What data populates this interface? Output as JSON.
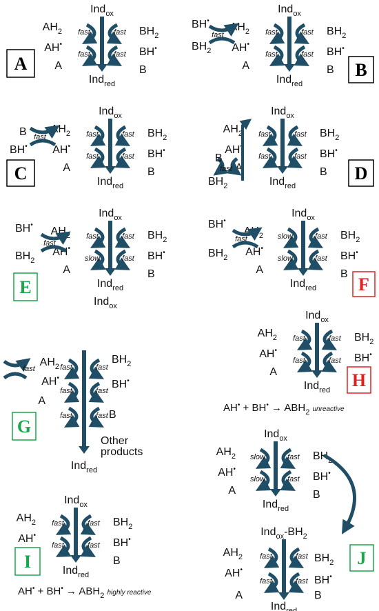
{
  "species": {
    "ind": "Ind",
    "ox": "ox",
    "red": "red",
    "ind_ox_bh2": "ox",
    "ah2": "AH",
    "ah_rad": "AH",
    "a": "A",
    "bh2": "BH",
    "bh_rad": "BH",
    "b": "B",
    "two": "2",
    "dot": "•",
    "other_products_1": "Other",
    "other_products_2": "products",
    "bh2_suffix": "-BH"
  },
  "rates": {
    "fast": "fast",
    "slow": "slow"
  },
  "panels": [
    {
      "letter": "A",
      "color": "#000000"
    },
    {
      "letter": "B",
      "color": "#000000"
    },
    {
      "letter": "C",
      "color": "#000000"
    },
    {
      "letter": "D",
      "color": "#000000"
    },
    {
      "letter": "E",
      "color": "#1aa64a"
    },
    {
      "letter": "F",
      "color": "#e02020"
    },
    {
      "letter": "G",
      "color": "#1aa64a"
    },
    {
      "letter": "H",
      "color": "#e02020"
    },
    {
      "letter": "I",
      "color": "#1aa64a"
    },
    {
      "letter": "J",
      "color": "#1aa64a"
    }
  ],
  "equations": {
    "h": {
      "lhs1": "AH",
      "plus": " + ",
      "lhs2": "BH",
      "arrow": " → ",
      "rhs": "ABH",
      "sub": "2",
      "note": "unreactive"
    },
    "i": {
      "lhs1": "AH",
      "plus": " + ",
      "lhs2": "BH",
      "arrow": " → ",
      "rhs": "ABH",
      "sub": "2",
      "note": "highly reactive"
    }
  },
  "colors": {
    "arrow": "#1f4e66",
    "arrow_edge": "#0d2a38",
    "black_panel": "#000000",
    "green_panel": "#1aa64a",
    "red_panel": "#e02020"
  }
}
